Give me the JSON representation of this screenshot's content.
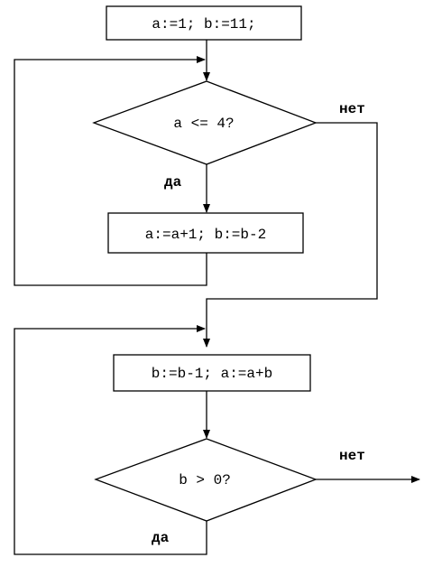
{
  "flowchart": {
    "init_block": {
      "text": "a:=1; b:=11;"
    },
    "condition_1": {
      "text": "a <= 4?",
      "yes_label": "да",
      "no_label": "нет"
    },
    "loop_body_1": {
      "text": "a:=a+1; b:=b-2"
    },
    "loop_body_2": {
      "text": "b:=b-1; a:=a+b"
    },
    "condition_2": {
      "text": "b > 0?",
      "yes_label": "да",
      "no_label": "нет"
    }
  }
}
